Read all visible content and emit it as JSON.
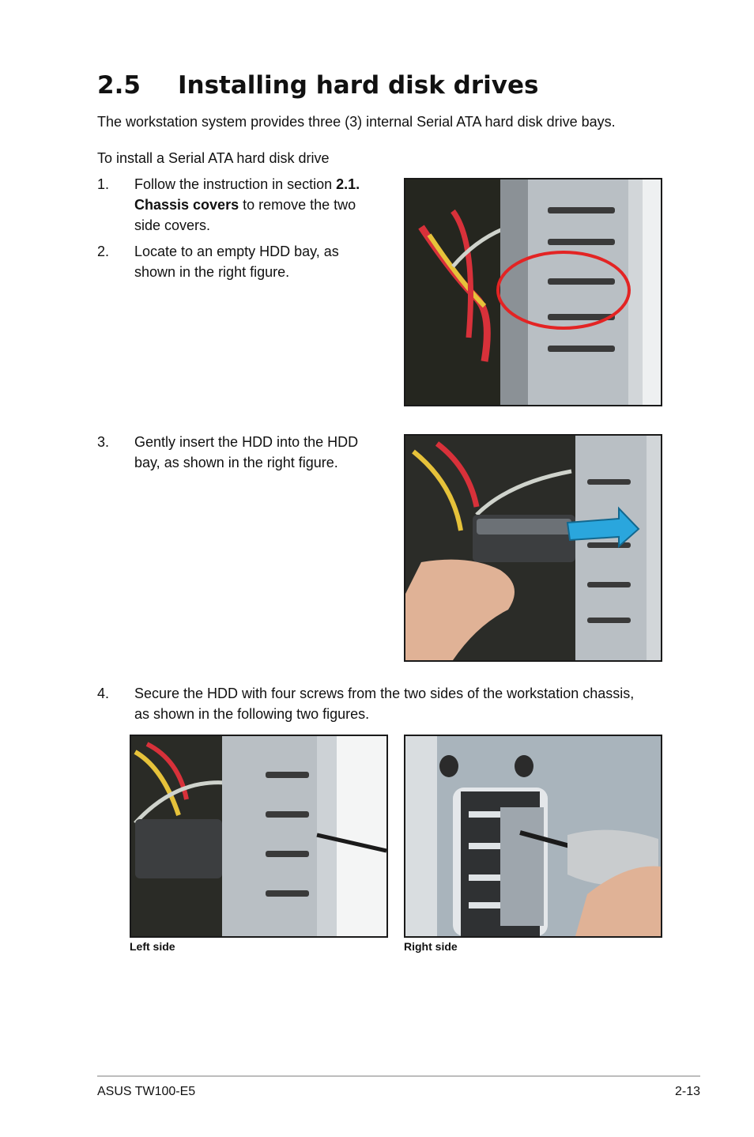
{
  "section": {
    "number": "2.5",
    "title": "Installing hard disk drives"
  },
  "intro": "The workstation system provides three (3) internal Serial ATA hard disk drive bays.",
  "subheading": "To install a Serial ATA hard disk drive",
  "steps": [
    {
      "n": "1.",
      "pre": "Follow the instruction in section ",
      "bold": "2.1. Chassis covers",
      "post": " to remove the two side covers."
    },
    {
      "n": "2.",
      "text": "Locate to an empty HDD bay, as shown in the right figure."
    },
    {
      "n": "3.",
      "text": "Gently insert the HDD into the HDD bay, as shown in the right figure."
    },
    {
      "n": "4.",
      "text": "Secure the HDD with four screws from the two sides of the workstation chassis, as shown in the following two figures."
    }
  ],
  "captions": {
    "left": "Left side",
    "right": "Right side"
  },
  "footer": {
    "left": "ASUS TW100-E5",
    "right": "2-13"
  }
}
